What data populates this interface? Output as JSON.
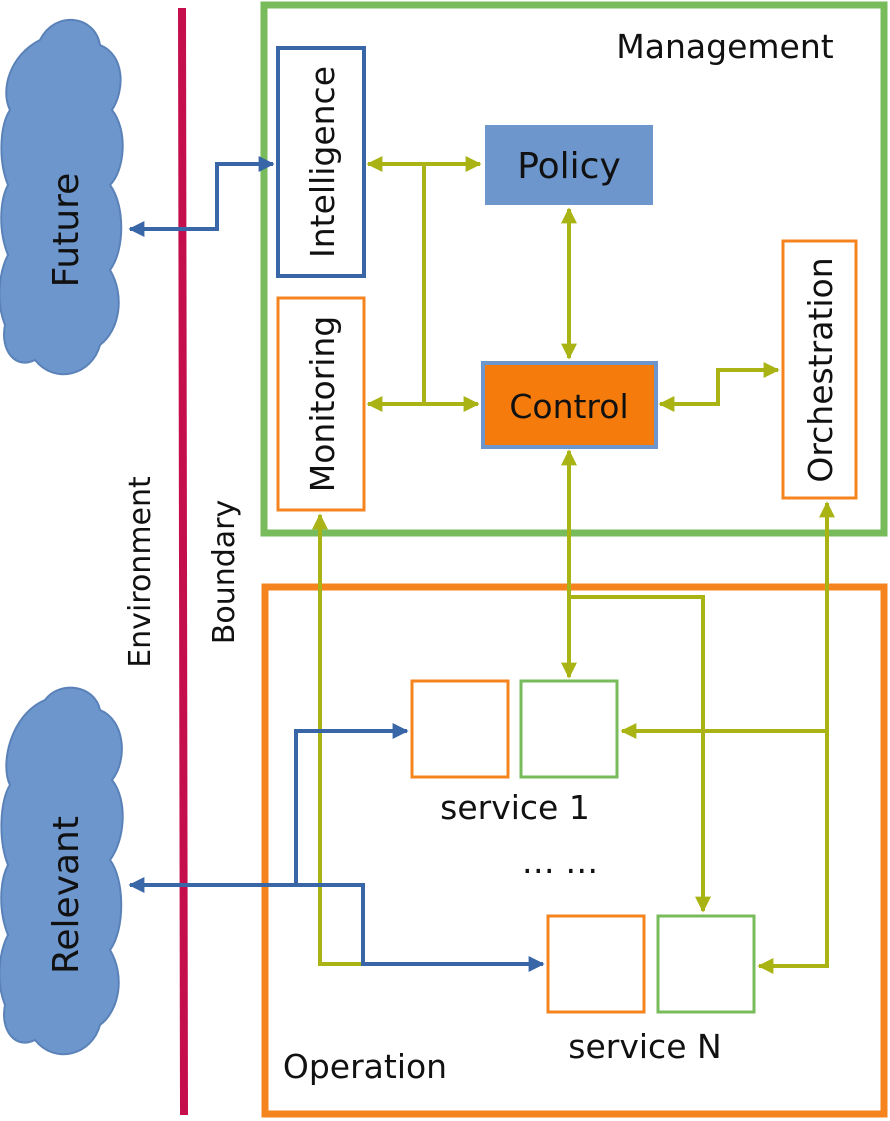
{
  "diagram": {
    "environment_label": "Environment",
    "boundary_label": "Boundary",
    "clouds": {
      "future": "Future",
      "relevant": "Relevant"
    },
    "management": {
      "title": "Management",
      "intelligence": "Intelligence",
      "monitoring": "Monitoring",
      "policy": "Policy",
      "control": "Control",
      "orchestration": "Orchestration"
    },
    "operation": {
      "title": "Operation",
      "service_1": "service 1",
      "ellipsis": "… …",
      "service_n": "service N"
    }
  },
  "colors": {
    "management_border": "#77bb5b",
    "operation_border": "#f5841f",
    "boundary_line": "#c40f4c",
    "blue_arrow": "#3866a6",
    "olive_arrow": "#a9b414",
    "policy_fill": "#6c96cc",
    "control_fill": "#f57c0c",
    "cloud_fill": "#6c96cc"
  }
}
